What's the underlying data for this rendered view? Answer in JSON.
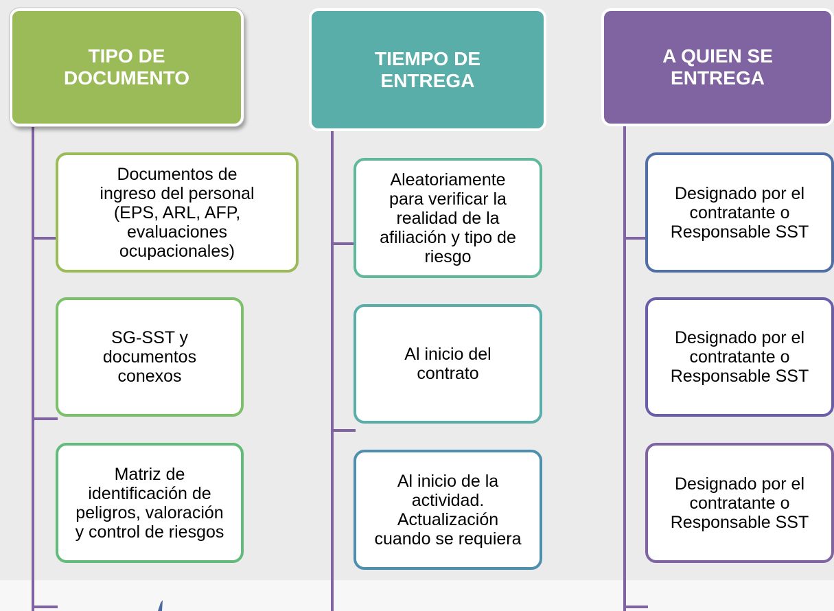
{
  "columns": [
    {
      "header": "TIPO DE\nDOCUMENTO",
      "color": "#9bbb59",
      "items": [
        "Documentos de ingreso del personal (EPS, ARL, AFP, evaluaciones ocupacionales)",
        "SG-SST y documentos conexos",
        "Matriz de identificación de peligros, valoración y control de riesgos"
      ]
    },
    {
      "header": "TIEMPO DE\nENTREGA",
      "color": "#5aaeaa",
      "items": [
        "Aleatoriamente para verificar la realidad de la afiliación y tipo de riesgo",
        "Al inicio del contrato",
        "Al inicio de la actividad. Actualización cuando se requiera"
      ]
    },
    {
      "header": "A QUIEN SE\nENTREGA",
      "color": "#8064a2",
      "items": [
        "Designado por el contratante o Responsable SST",
        "Designado por el contratante o Responsable SST",
        "Designado por el contratante o Responsable SST"
      ]
    }
  ],
  "colors": {
    "connector": "#8064a2",
    "background": "#ebebeb",
    "box_borders": [
      "#9bbb59",
      "#7cc16a",
      "#62bb7a",
      "#5fb89a",
      "#5aaeaa",
      "#4f8fae",
      "#4f6fa6",
      "#6a5eaa",
      "#8064a2"
    ]
  }
}
